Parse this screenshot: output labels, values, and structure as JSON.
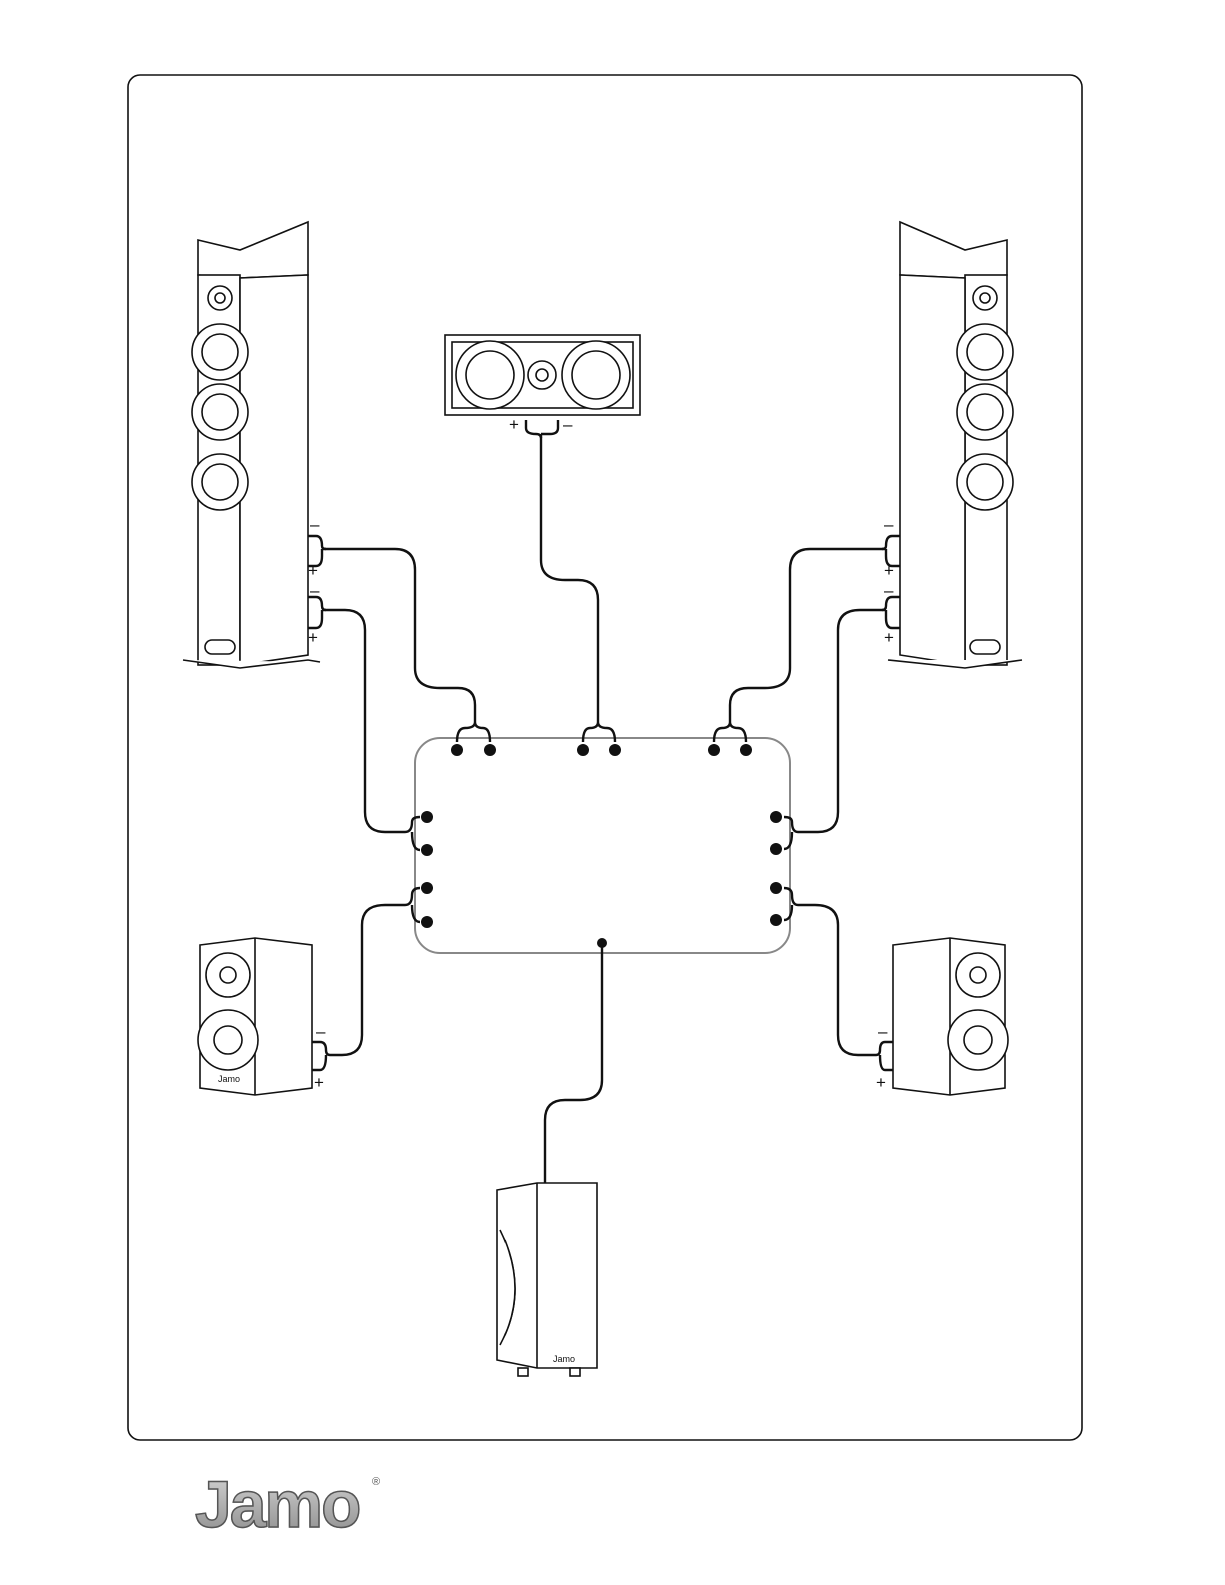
{
  "diagram": {
    "title": "5.1 speaker wiring to receiver",
    "terminal_labels": {
      "minus": "–",
      "plus": "+"
    },
    "brand_logo": "Jamo",
    "registered_mark": "®",
    "speakers": [
      "front-left-tower",
      "center",
      "front-right-tower",
      "surround-left",
      "surround-right",
      "subwoofer"
    ]
  }
}
